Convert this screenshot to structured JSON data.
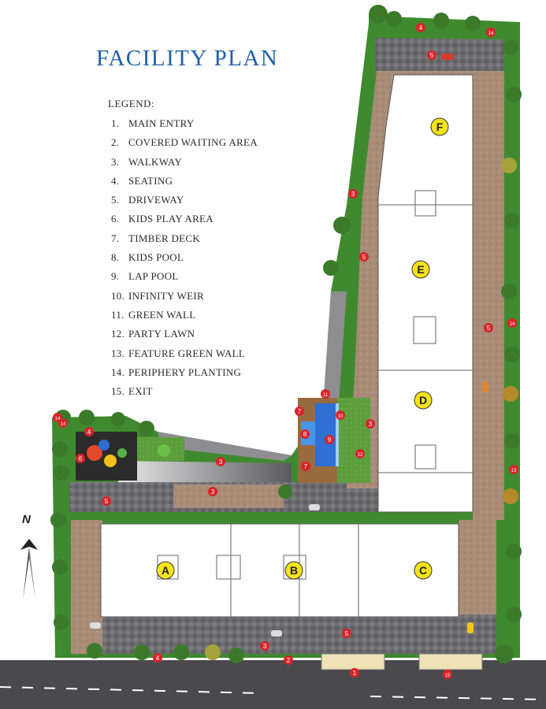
{
  "title": "FACILITY PLAN",
  "legend_title": "LEGEND:",
  "legend": [
    {
      "num": "1.",
      "label": "MAIN ENTRY"
    },
    {
      "num": "2.",
      "label": "COVERED WAITING AREA"
    },
    {
      "num": "3.",
      "label": "WALKWAY"
    },
    {
      "num": "4.",
      "label": "SEATING"
    },
    {
      "num": "5.",
      "label": "DRIVEWAY"
    },
    {
      "num": "6.",
      "label": "KIDS PLAY AREA"
    },
    {
      "num": "7.",
      "label": "TIMBER DECK"
    },
    {
      "num": "8.",
      "label": "KIDS POOL"
    },
    {
      "num": "9.",
      "label": "LAP POOL"
    },
    {
      "num": "10.",
      "label": "INFINITY WEIR"
    },
    {
      "num": "11.",
      "label": "GREEN WALL"
    },
    {
      "num": "12.",
      "label": "PARTY LAWN"
    },
    {
      "num": "13.",
      "label": "FEATURE GREEN WALL"
    },
    {
      "num": "14.",
      "label": "PERIPHERY PLANTING"
    },
    {
      "num": "15.",
      "label": "EXIT"
    }
  ],
  "north_label": "N",
  "towers": [
    "A",
    "B",
    "C",
    "D",
    "E",
    "F"
  ],
  "markers": [
    "1",
    "2",
    "3",
    "3",
    "3",
    "3",
    "3",
    "4",
    "4",
    "4",
    "5",
    "5",
    "5",
    "5",
    "5",
    "6",
    "7",
    "7",
    "8",
    "9",
    "10",
    "11",
    "12",
    "13",
    "14",
    "14",
    "14",
    "14",
    "15"
  ],
  "colors": {
    "title": "#1f5fa8",
    "walkway": "#a88c78",
    "driveway": "#6f6f73",
    "lawn": "#5d9e3c",
    "pool": "#2f6fd6",
    "marker": "#d9242a",
    "tower_badge": "#f4e21a",
    "road": "#4a4a4c"
  }
}
